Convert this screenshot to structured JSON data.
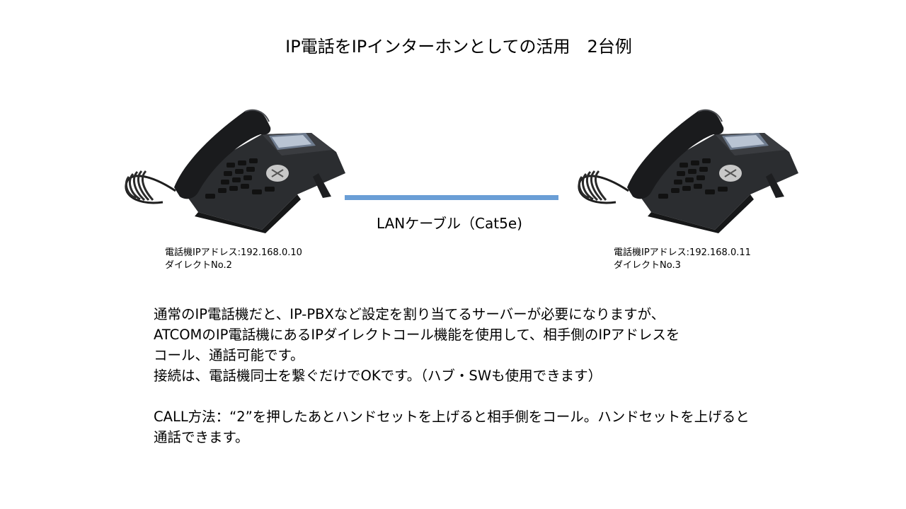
{
  "slide": {
    "title": "IP電話をIPインターホンとしての活用　2台例"
  },
  "connection": {
    "cable_label": "LANケーブル（Cat5e)",
    "line_color": "#6a9ed6"
  },
  "phones": [
    {
      "ip_label": "電話機IPアドレス:192.168.0.10",
      "direct_label": "ダイレクトNo.2"
    },
    {
      "ip_label": "電話機IPアドレス:192.168.0.11",
      "direct_label": "ダイレクトNo.3"
    }
  ],
  "description": {
    "lines": [
      "通常のIP電話機だと、IP-PBXなど設定を割り当てるサーバーが必要になりますが、",
      "ATCOMのIP電話機にあるIPダイレクトコール機能を使用して、相手側のIPアドレスを",
      "コール、通話可能です。",
      "接続は、電話機同士を繋ぐだけでOKです。（ハブ・SWも使用できます）"
    ],
    "call_lines": [
      "CALL方法：“2”を押したあとハンドセットを上げると相手側をコール。ハンドセットを上げると",
      "通話できます。"
    ]
  }
}
